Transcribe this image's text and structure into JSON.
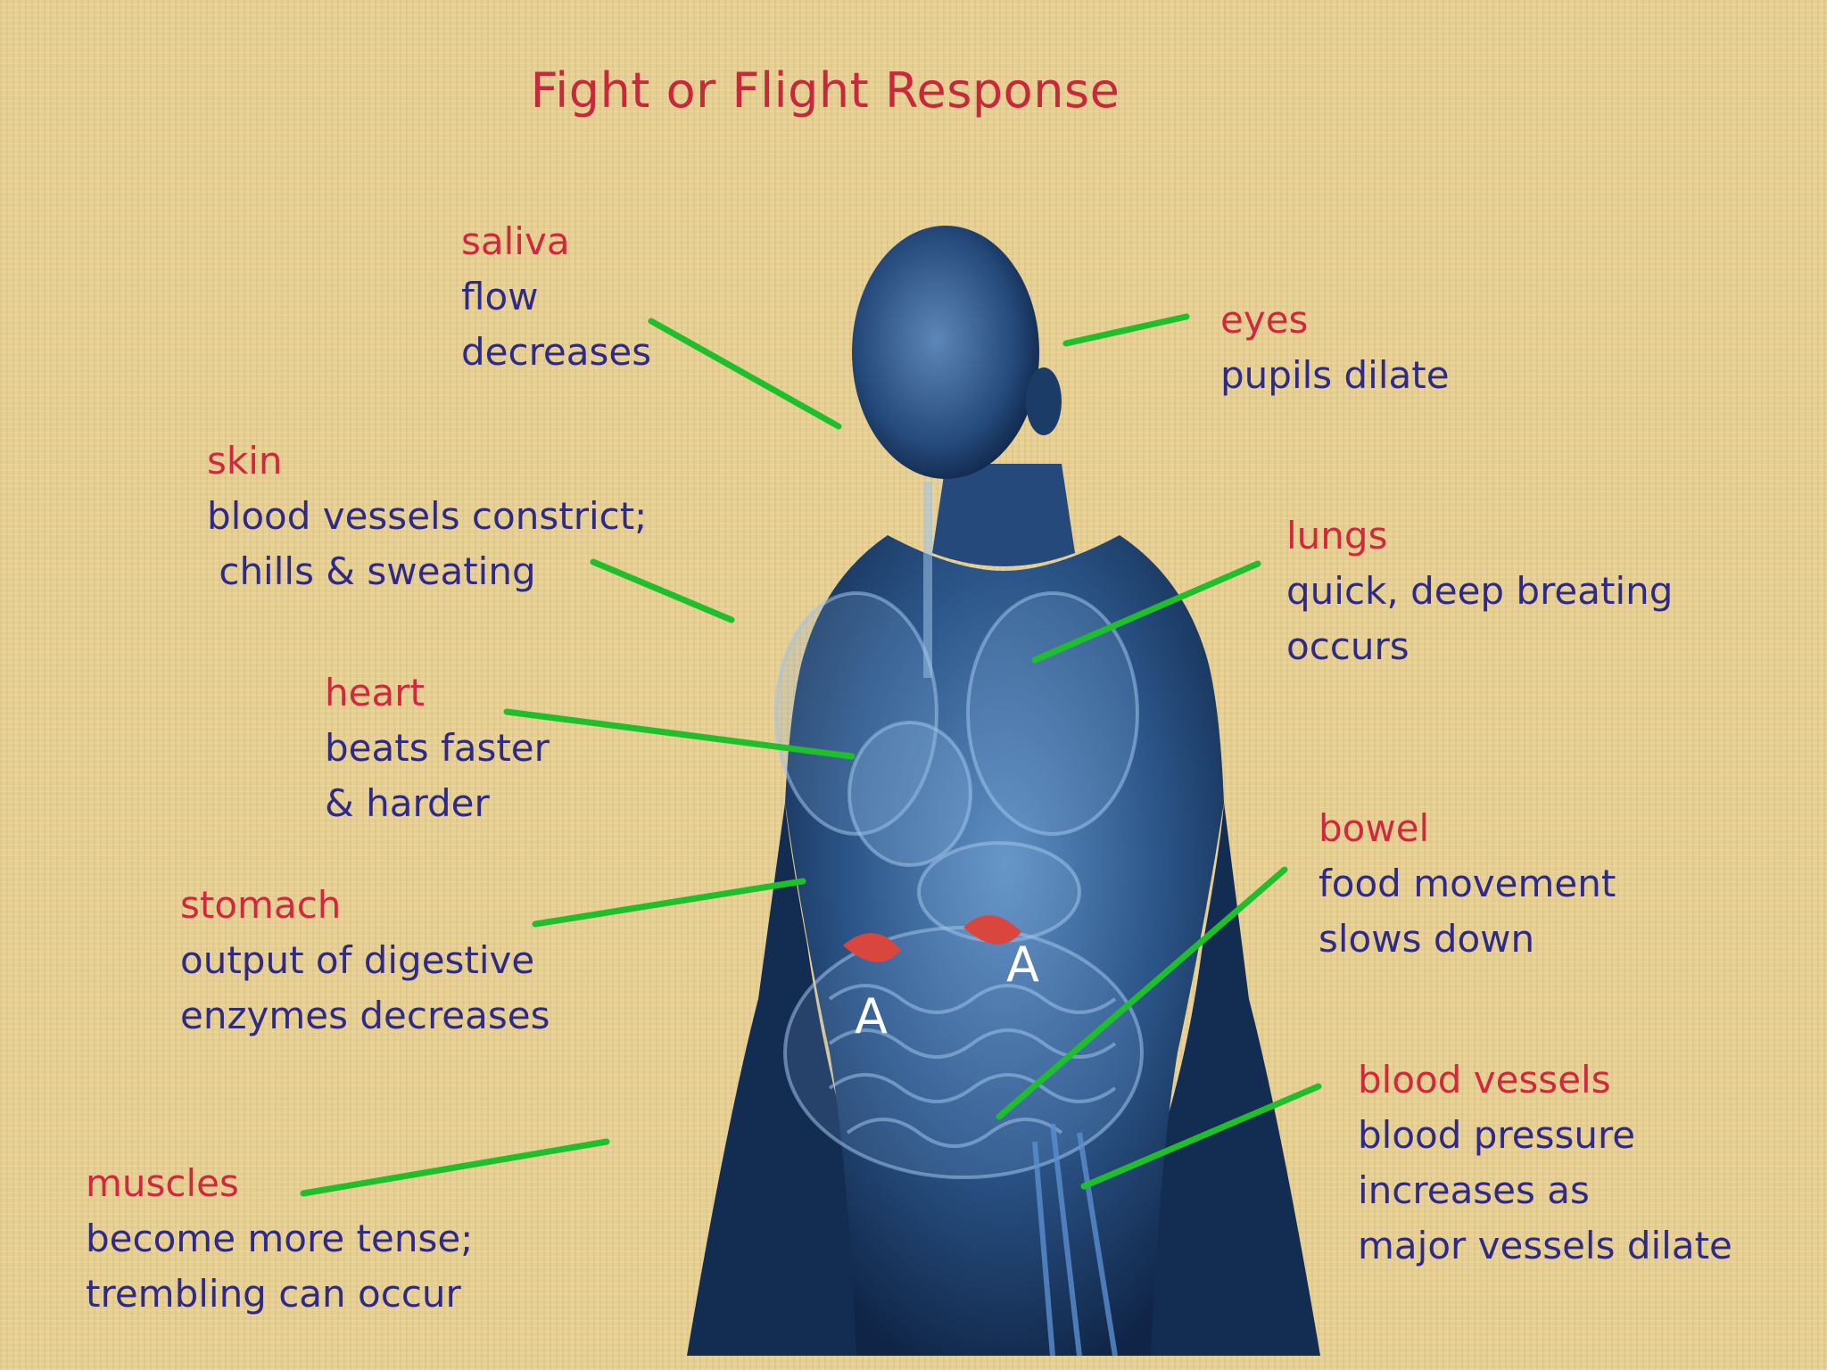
{
  "title": "Fight or Flight Response",
  "adrenal_label": "A",
  "colors": {
    "title": "#c8283c",
    "heading": "#d0283c",
    "description": "#2e2a86",
    "leader_line": "#1fbf2c",
    "adrenal": "#d9463e",
    "body": "#1a3a66"
  },
  "callouts": {
    "saliva": {
      "heading": "saliva",
      "lines": [
        "flow",
        "decreases"
      ]
    },
    "eyes": {
      "heading": "eyes",
      "lines": [
        "pupils dilate"
      ]
    },
    "skin": {
      "heading": "skin",
      "lines": [
        "blood vessels constrict;",
        " chills & sweating"
      ]
    },
    "lungs": {
      "heading": "lungs",
      "lines": [
        "quick, deep breating",
        "occurs"
      ]
    },
    "heart": {
      "heading": "heart",
      "lines": [
        "beats faster",
        "& harder"
      ]
    },
    "bowel": {
      "heading": "bowel",
      "lines": [
        "food movement",
        "slows down"
      ]
    },
    "stomach": {
      "heading": "stomach",
      "lines": [
        "output of digestive",
        "enzymes decreases"
      ]
    },
    "blood_vessels": {
      "heading": "blood vessels",
      "lines": [
        "blood pressure",
        "increases as",
        "major vessels dilate"
      ]
    },
    "muscles": {
      "heading": "muscles",
      "lines": [
        "become more tense;",
        "trembling can occur"
      ]
    }
  }
}
